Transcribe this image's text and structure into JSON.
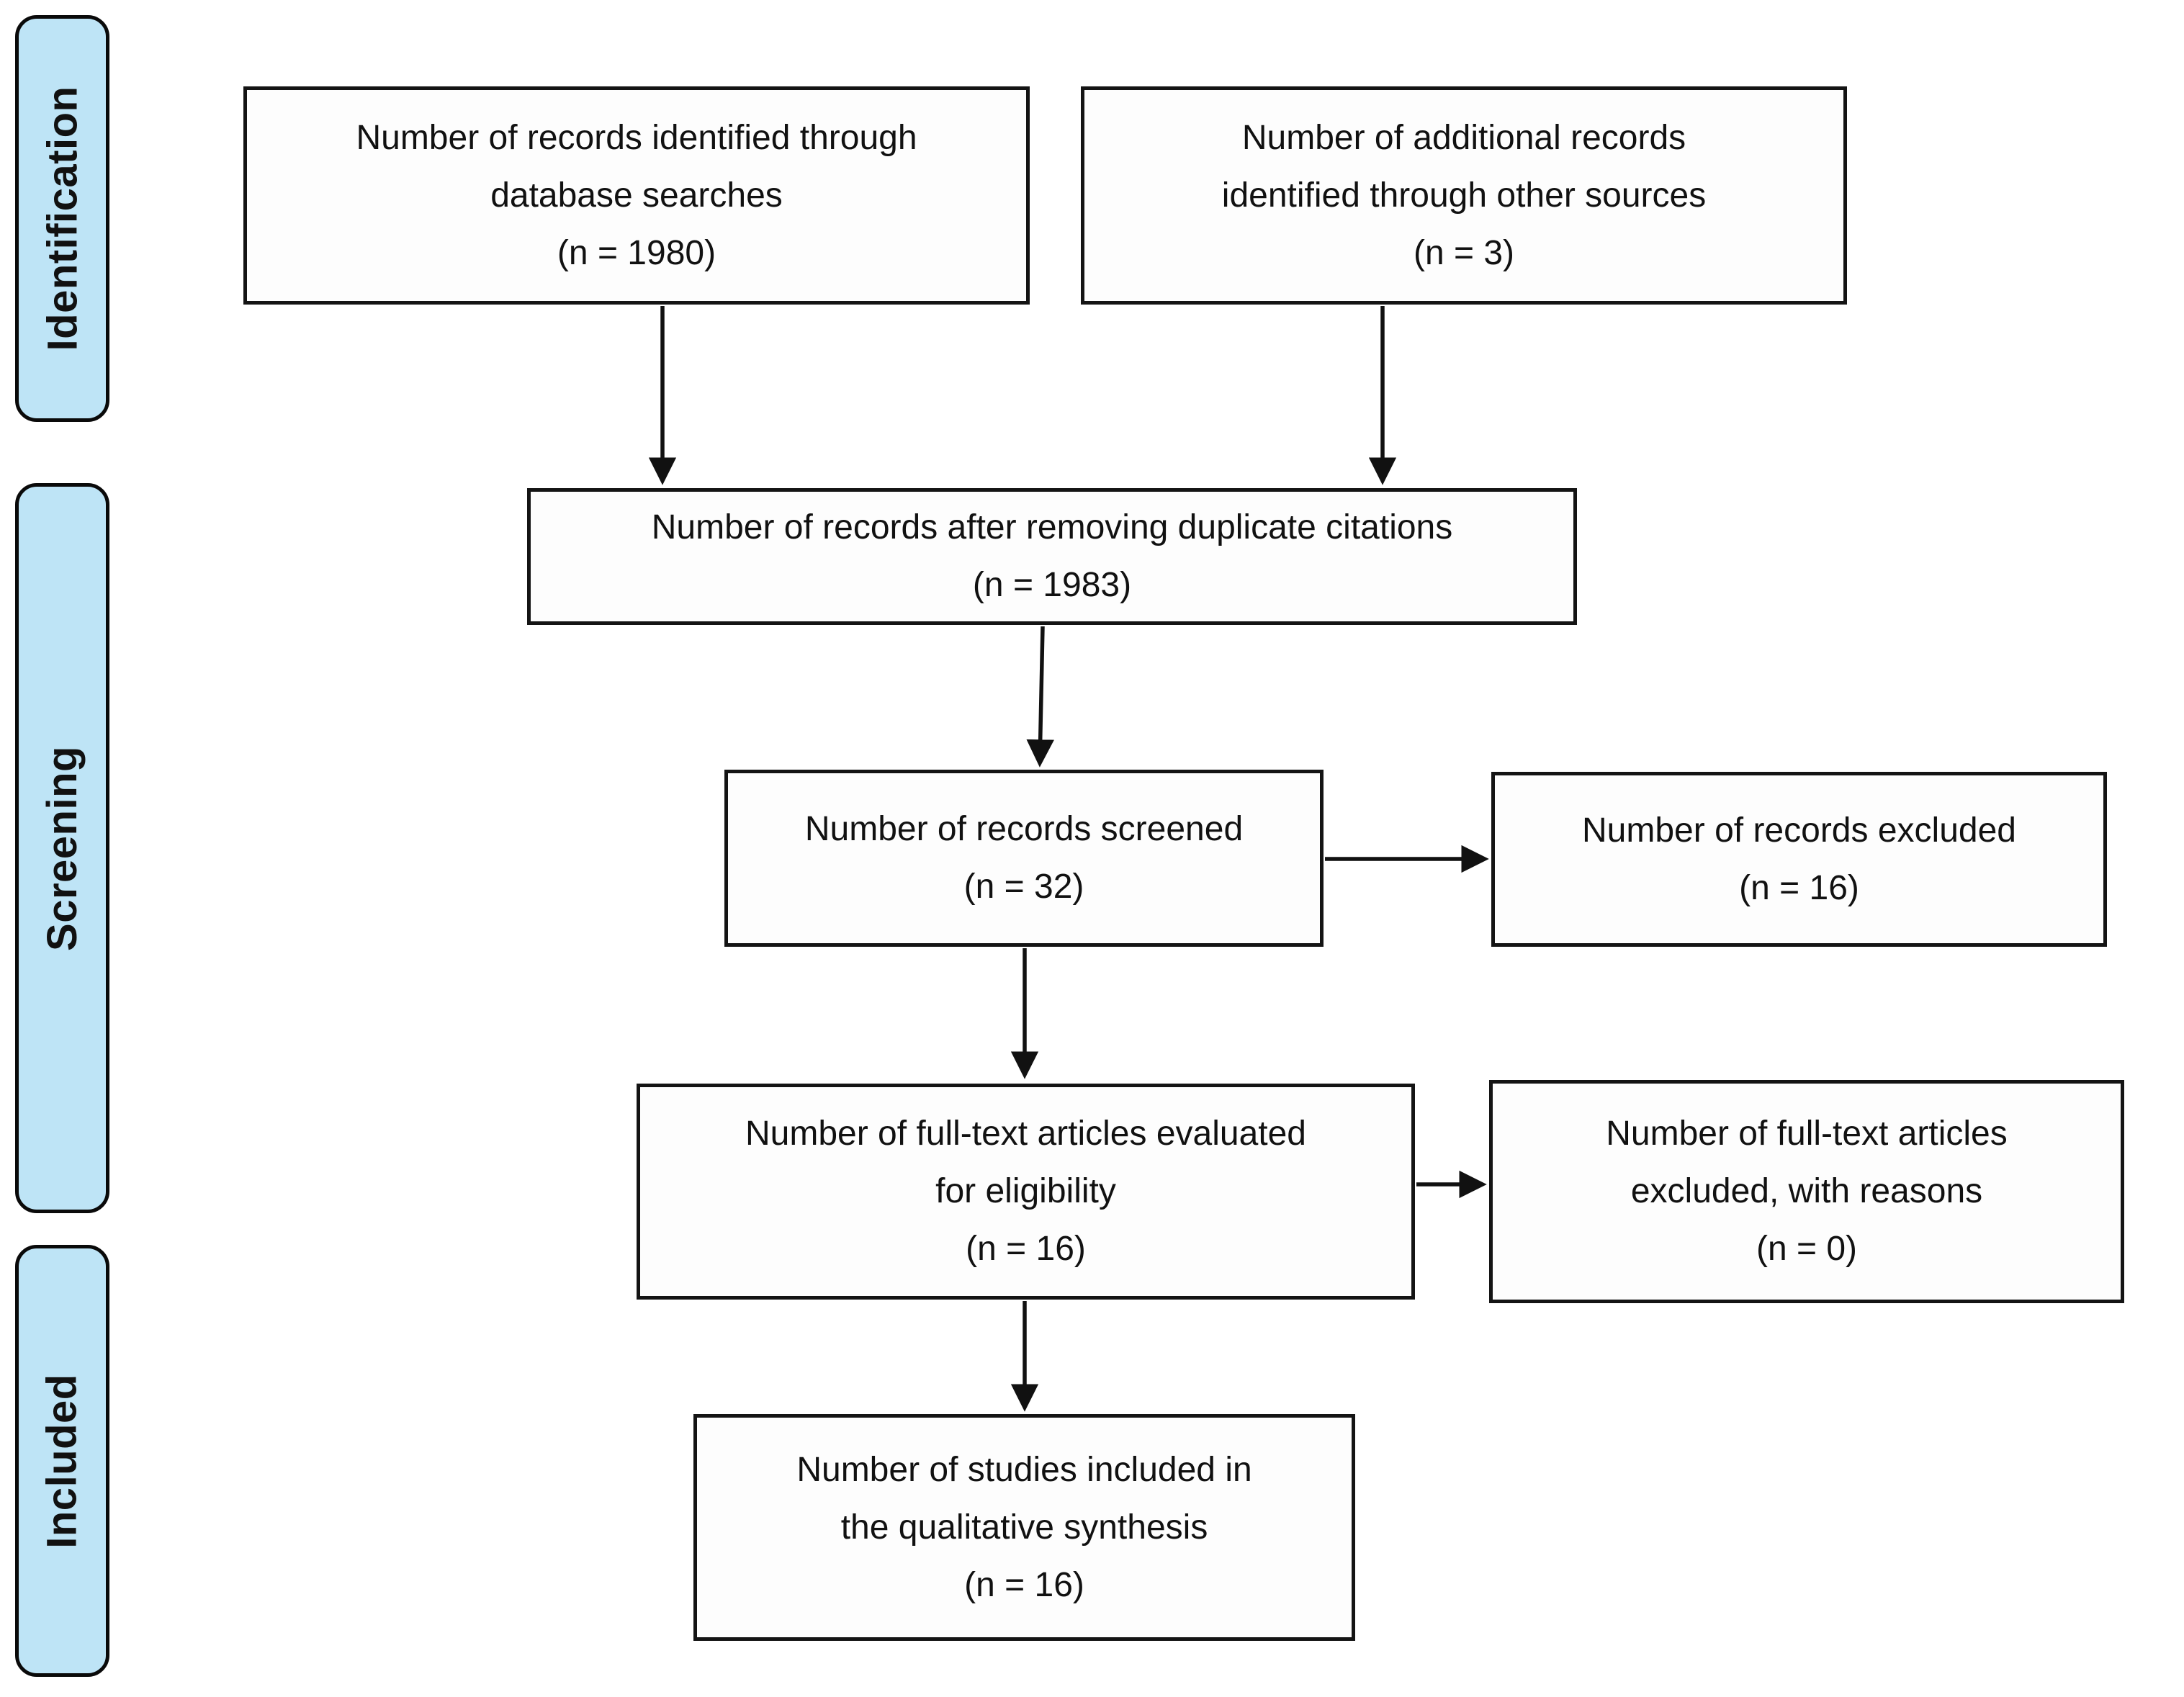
{
  "colors": {
    "stage_fill": "#bee4f6",
    "stage_border": "#0a0a0a",
    "box_fill": "#fdfdfd",
    "box_border": "#141414",
    "arrow": "#111111",
    "text": "#111111",
    "background": "#ffffff"
  },
  "stages": [
    {
      "label": "Identification"
    },
    {
      "label": "Screening"
    },
    {
      "label": "Included"
    }
  ],
  "boxes": {
    "identified": {
      "lines": [
        "Number of records identified through",
        "database searches",
        "(n = 1980)"
      ],
      "count": 1980
    },
    "additional": {
      "lines": [
        "Number of additional records",
        "identified through other sources",
        "(n = 3)"
      ],
      "count": 3
    },
    "deduplicated": {
      "lines": [
        "Number of records after removing duplicate citations",
        "(n = 1983)"
      ],
      "count": 1983
    },
    "screened": {
      "lines": [
        "Number of records screened",
        "(n = 32)"
      ],
      "count": 32
    },
    "records_excluded": {
      "lines": [
        "Number of records excluded",
        "(n = 16)"
      ],
      "count": 16
    },
    "fulltext_evaluated": {
      "lines": [
        "Number of full-text articles evaluated",
        "for eligibility",
        "(n = 16)"
      ],
      "count": 16
    },
    "fulltext_excluded": {
      "lines": [
        "Number of full-text articles",
        "excluded, with reasons",
        "(n = 0)"
      ],
      "count": 0
    },
    "included_synthesis": {
      "lines": [
        "Number of studies included in",
        "the qualitative synthesis",
        "(n = 16)"
      ],
      "count": 16
    }
  }
}
